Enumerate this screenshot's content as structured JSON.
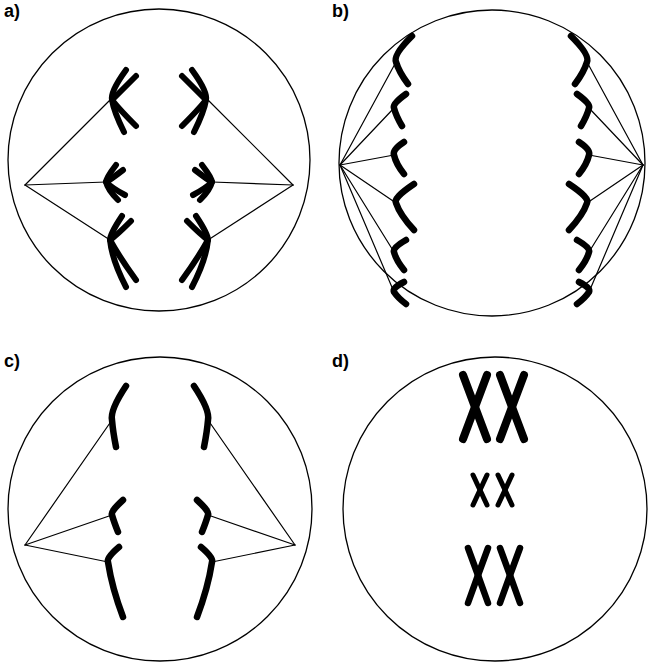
{
  "diagram": {
    "labels": [
      "a)",
      "b)",
      "c)",
      "d)"
    ]
  }
}
